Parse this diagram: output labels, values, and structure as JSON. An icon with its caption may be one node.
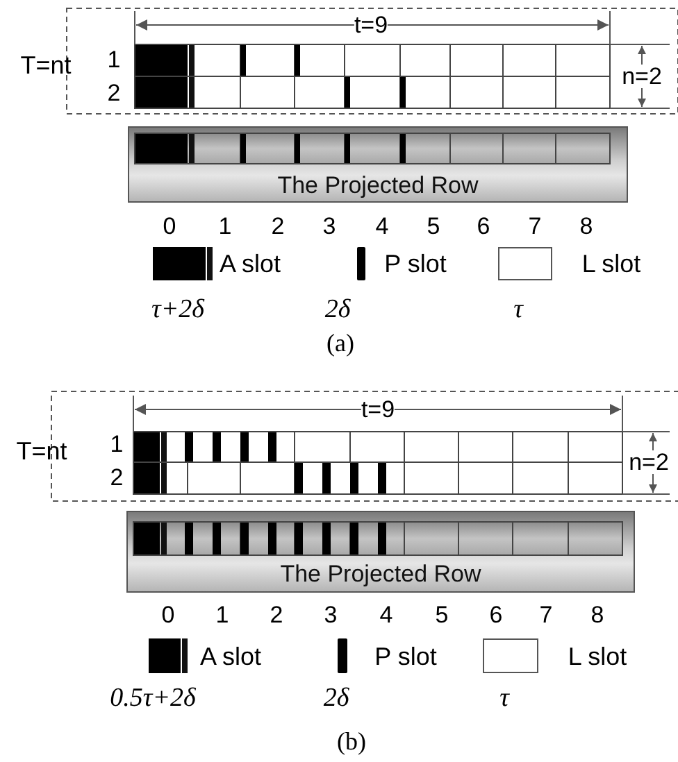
{
  "diagram": {
    "nodes": [
      {
        "text": [
          "The Projected Row"
        ]
      },
      {
        "text": [
          "The Projected Row"
        ]
      }
    ],
    "labels": [
      "t=9",
      "T=nt",
      "1",
      "2",
      "n=2",
      "0",
      "1",
      "2",
      "3",
      "4",
      "5",
      "6",
      "7",
      "8",
      "τ+2δ",
      "2δ",
      "τ",
      "(a)",
      "t=9",
      "T=nt",
      "1",
      "2",
      "n=2",
      "0",
      "1",
      "2",
      "3",
      "4",
      "5",
      "6",
      "7",
      "8",
      "0.5τ+2δ",
      "2δ",
      "τ",
      "(b)"
    ],
    "legend": [
      {
        "text": "A slot"
      },
      {
        "text": "P slot"
      },
      {
        "text": "L slot"
      },
      {
        "text": "A slot"
      },
      {
        "text": "P slot"
      },
      {
        "text": "L slot"
      }
    ]
  }
}
